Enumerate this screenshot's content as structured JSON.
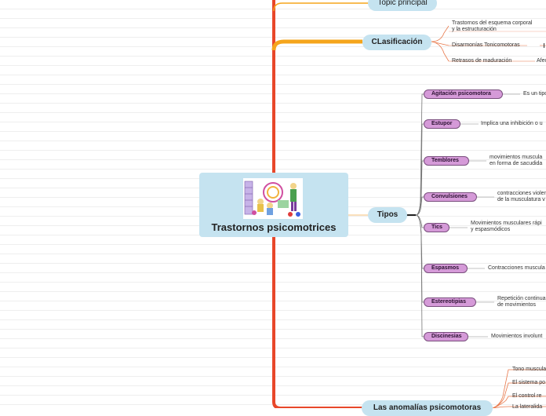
{
  "central": {
    "title": "Trastornos psicomotrices",
    "image_icon": "children-playground-illustration"
  },
  "branches": {
    "topic": "Topic principal",
    "clasificacion": "CLasificación",
    "tipos": "Tipos",
    "anomalias": "Las anomalías psicomotoras"
  },
  "clasificacion_items": [
    {
      "line1": "Trastornos del esquema corporal",
      "line2": "y la estructuración"
    },
    {
      "line1": "Disarmonías Tonicomotoras"
    },
    {
      "line1": "Retrasos de maduración",
      "extra": "Afec"
    }
  ],
  "tipos_items": [
    {
      "label": "Agitación psicomotora",
      "desc1": "Es un tipo"
    },
    {
      "label": "Estupor",
      "desc1": "Implica una inhibición o u"
    },
    {
      "label": "Temblores",
      "desc1": "movimientos muscula",
      "desc2": "en forma de sacudida"
    },
    {
      "label": "Convulsiones",
      "desc1": "contracciones violen",
      "desc2": "de la musculatura v"
    },
    {
      "label": "Tics",
      "desc1": "Movimientos musculares rápi",
      "desc2": "y espasmódicos"
    },
    {
      "label": "Espasmos",
      "desc1": "Contracciones muscula"
    },
    {
      "label": "Estereotipias",
      "desc1": "Repetición continua",
      "desc2": "de movimientos"
    },
    {
      "label": "Discinesias",
      "desc1": "Movimientos involunt"
    }
  ],
  "anomalias_items": [
    "Tono muscula",
    "El sistema po",
    "El control re",
    "La lateralida"
  ],
  "colors": {
    "main_line": "#e8472a",
    "orange": "#f5a51c",
    "pill": "#c5e3f0",
    "sub": "#d59ad8"
  }
}
